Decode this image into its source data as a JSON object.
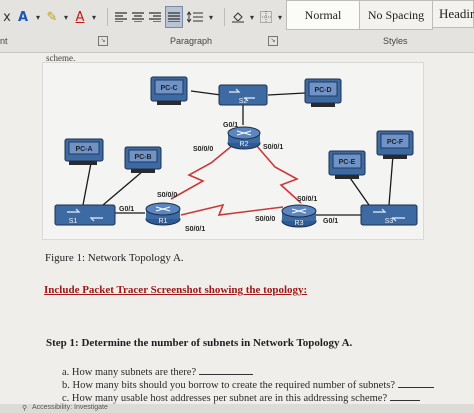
{
  "ribbon": {
    "left_edge_text": "x",
    "font_color_glyph": "A",
    "highlight_glyph": "✎",
    "text_color_glyph": "A",
    "left_group_label": "nt",
    "paragraph_label": "Paragraph",
    "styles_label": "Styles",
    "styles": [
      "Normal",
      "No Spacing",
      "Headir"
    ]
  },
  "document": {
    "cut_text": "scheme.",
    "figure_caption": "Figure 1: Network Topology A.",
    "red_instruction": "Include Packet Tracer Screenshot showing the topology:",
    "step_heading": "Step 1: Determine the number of subnets in Network Topology A.",
    "questions": [
      {
        "marker": "a.",
        "text": "How many subnets are there?"
      },
      {
        "marker": "b.",
        "text": "How many bits should you borrow to create the required number of subnets?"
      },
      {
        "marker": "c.",
        "text": "How many usable host addresses per subnet are in this addressing scheme?"
      }
    ]
  },
  "topology": {
    "pcs": [
      "PC-C",
      "PC-D",
      "PC-A",
      "PC-B",
      "PC-E",
      "PC-F"
    ],
    "switches": [
      "S2",
      "S1",
      "S3"
    ],
    "routers": [
      "R2",
      "R1",
      "R3"
    ],
    "interfaces": {
      "r2_top": "G0/1",
      "r2_left": "S0/0/0",
      "r2_right": "S0/0/1",
      "r1_top": "S0/0/0",
      "r1_left": "G0/1",
      "r1_bottom": "S0/0/1",
      "r3_top": "S0/0/1",
      "r3_left": "S0/0/0",
      "r3_right": "G0/1"
    },
    "colors": {
      "serial_link": "#c83a3a",
      "ethernet_link": "#1a1a1a",
      "pc_screen": "#4d7bb8",
      "device_body": "#3e6aa4"
    }
  },
  "status_bar": {
    "accessibility": "Accessibility: Investigate"
  }
}
